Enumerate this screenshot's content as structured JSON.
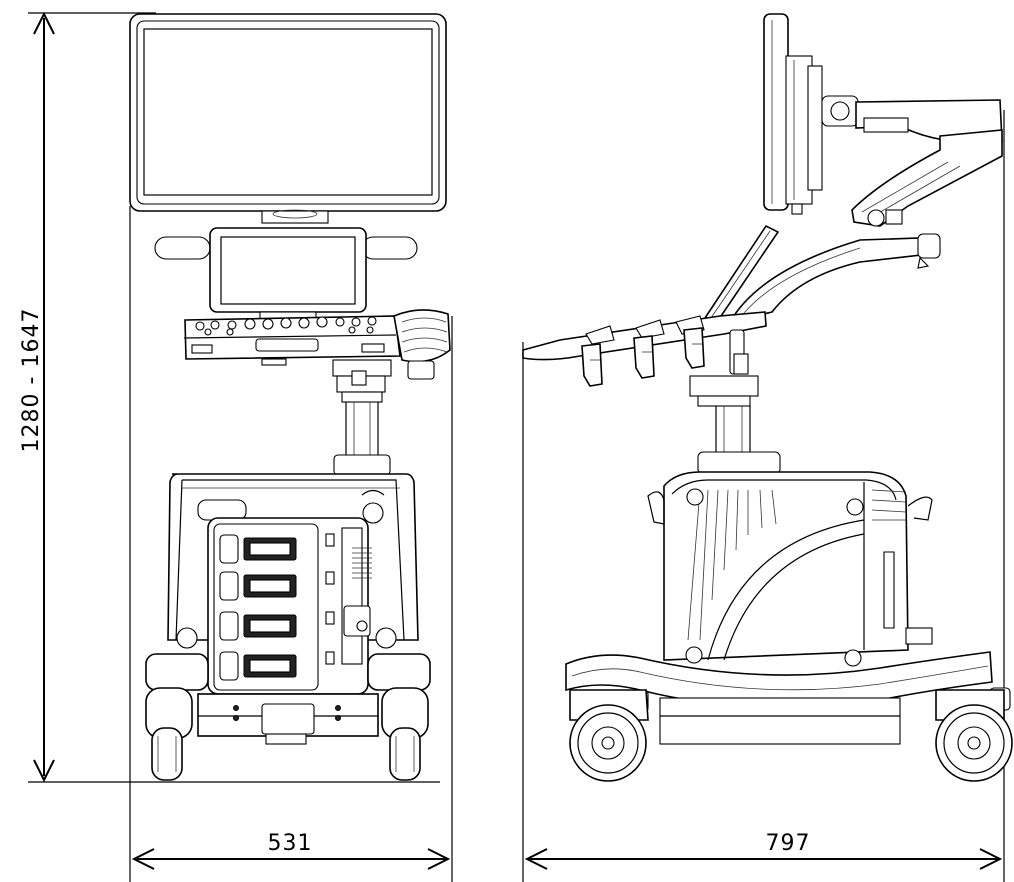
{
  "dimensions": {
    "height": "1280 - 1647",
    "front_width": "531",
    "side_depth": "797"
  }
}
